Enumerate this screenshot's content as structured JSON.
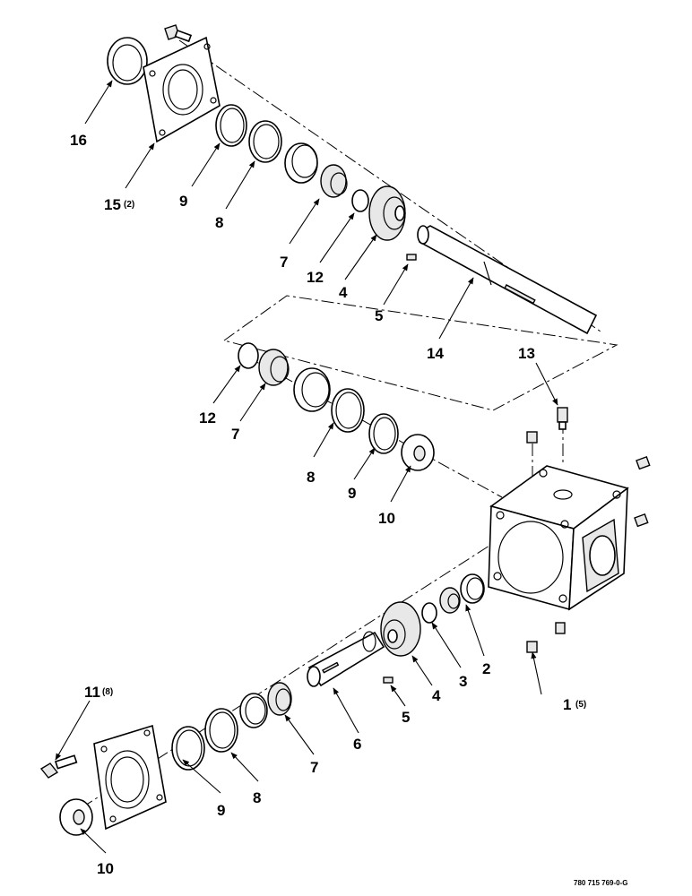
{
  "callouts": {
    "c16": "16",
    "c15": "15",
    "c15_qty": "(2)",
    "c9_top": "9",
    "c8_top": "8",
    "c7_top": "7",
    "c12_top": "12",
    "c4_top": "4",
    "c5_top": "5",
    "c14": "14",
    "c13": "13",
    "c12_mid": "12",
    "c7_mid": "7",
    "c8_mid": "8",
    "c9_mid": "9",
    "c10_mid": "10",
    "c1": "1",
    "c1_qty": "(5)",
    "c2": "2",
    "c3": "3",
    "c4_bot": "4",
    "c5_bot": "5",
    "c6": "6",
    "c7_bot": "7",
    "c8_bot": "8",
    "c9_bot": "9",
    "c11": "11",
    "c11_qty": "(8)",
    "c10_bot": "10"
  },
  "drawing_code": "780 715 769-0-G"
}
